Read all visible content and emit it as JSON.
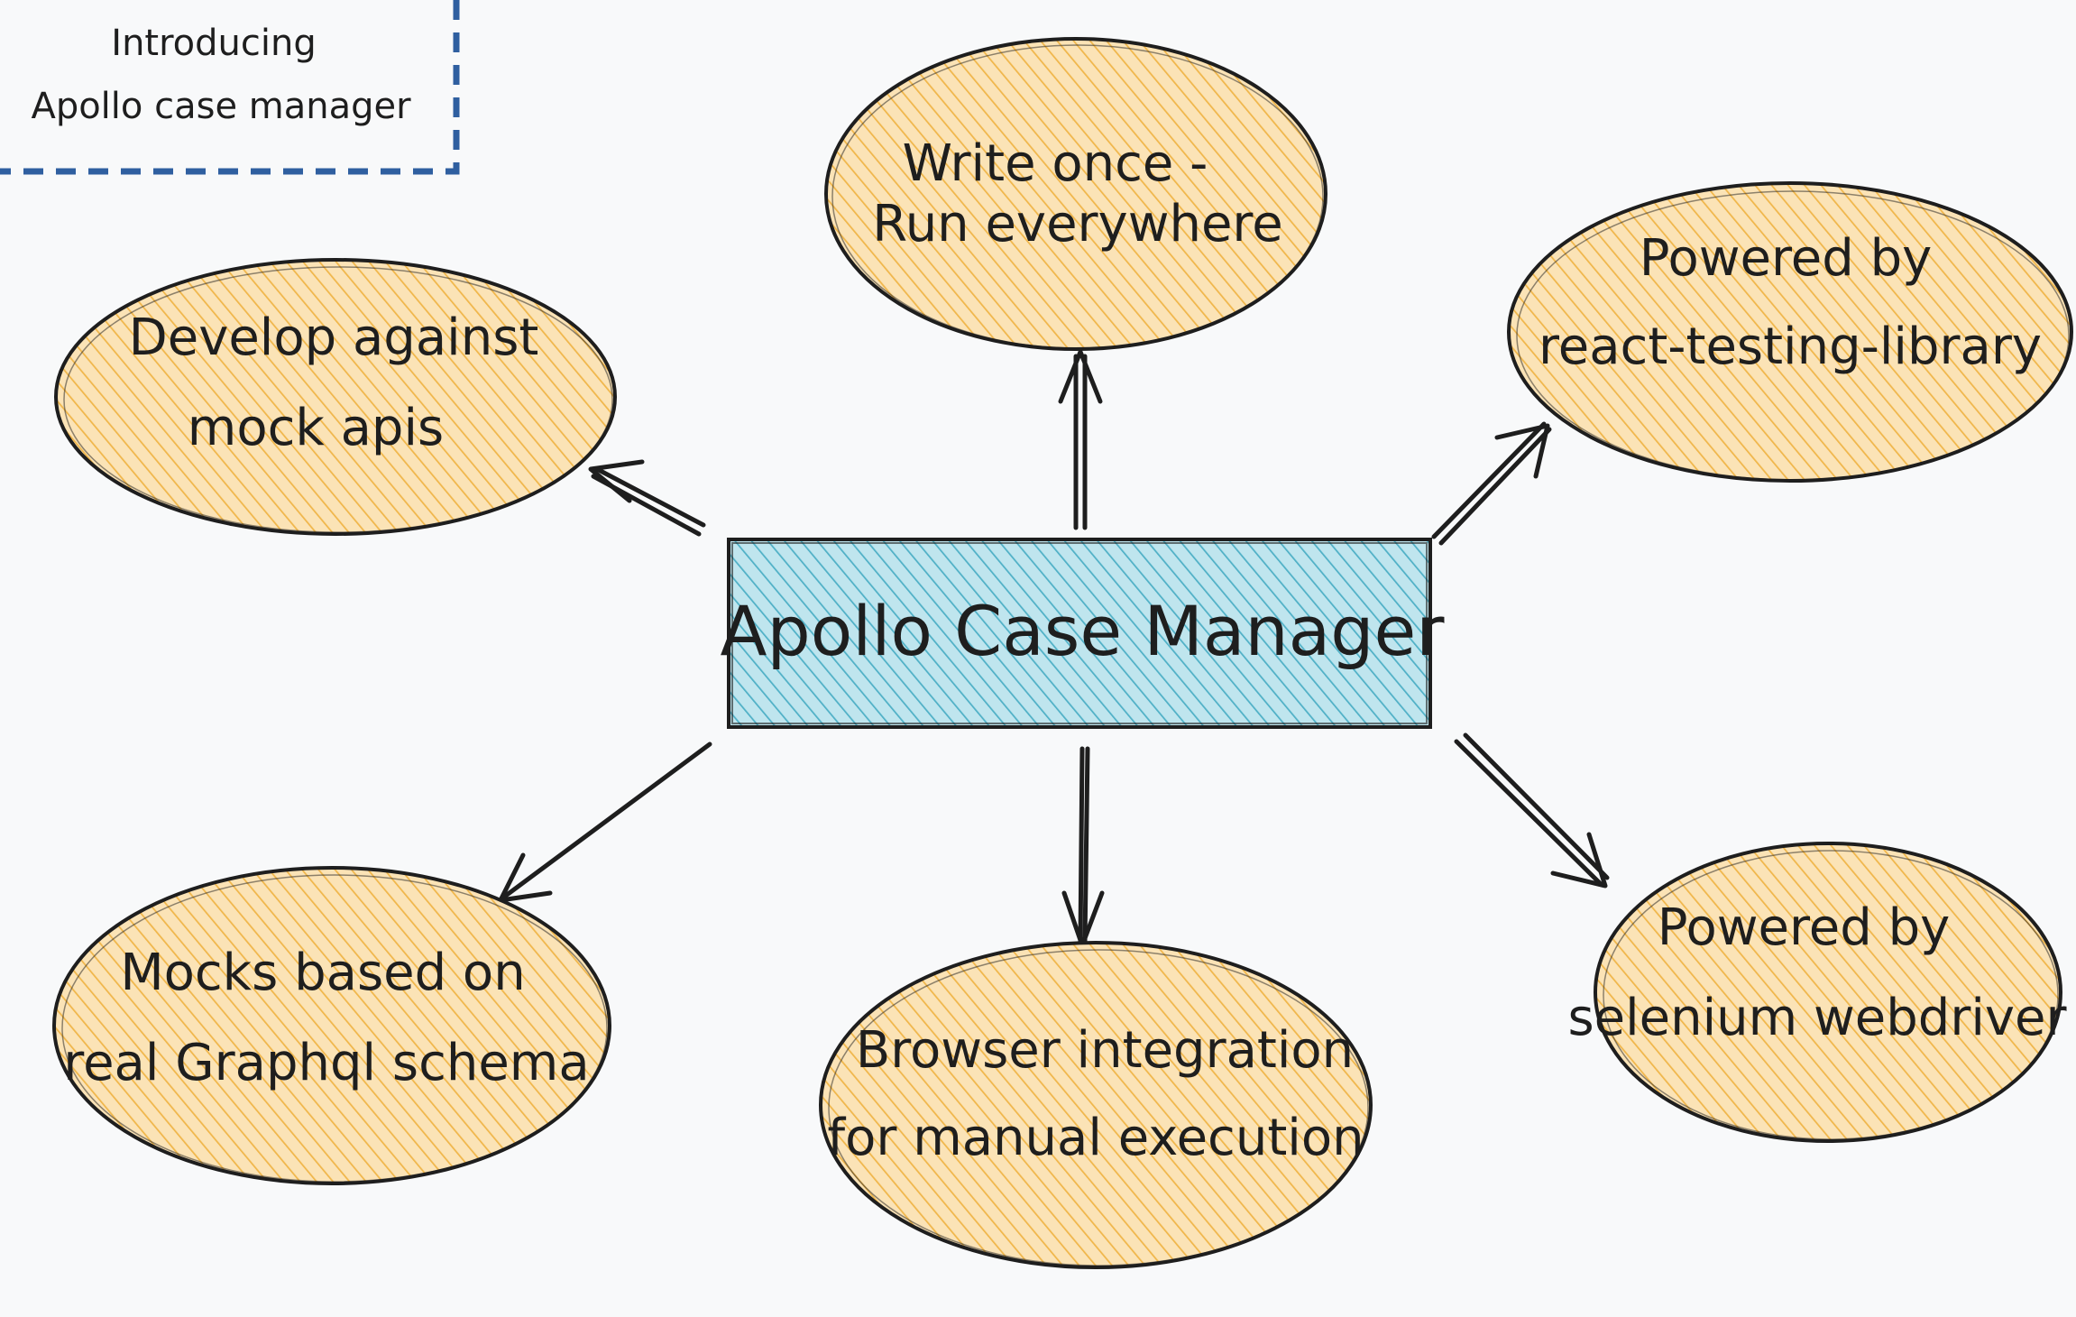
{
  "intro_box": {
    "line1": "Introducing",
    "line2": "Apollo case manager",
    "border_color": "#2f5fa0"
  },
  "center_node": {
    "label": "Apollo Case Manager",
    "fill": "#a5d8e6",
    "hatch": "#4fb0c6"
  },
  "nodes": [
    {
      "id": "top",
      "line1": "Write once -",
      "line2": "Run everywhere"
    },
    {
      "id": "top-right",
      "line1": "Powered by",
      "line2": "react-testing-library"
    },
    {
      "id": "left",
      "line1": "Develop against",
      "line2": "mock apis"
    },
    {
      "id": "bottom-left",
      "line1": "Mocks based on",
      "line2": "real Graphql schema"
    },
    {
      "id": "bottom",
      "line1": "Browser integration",
      "line2": "for manual execution"
    },
    {
      "id": "bottom-right",
      "line1": "Powered by",
      "line2": "selenium webdriver"
    }
  ],
  "colors": {
    "ellipse_fill": "#fbe3b6",
    "ellipse_hatch": "#f0b64a",
    "stroke": "#1e1e1e"
  }
}
